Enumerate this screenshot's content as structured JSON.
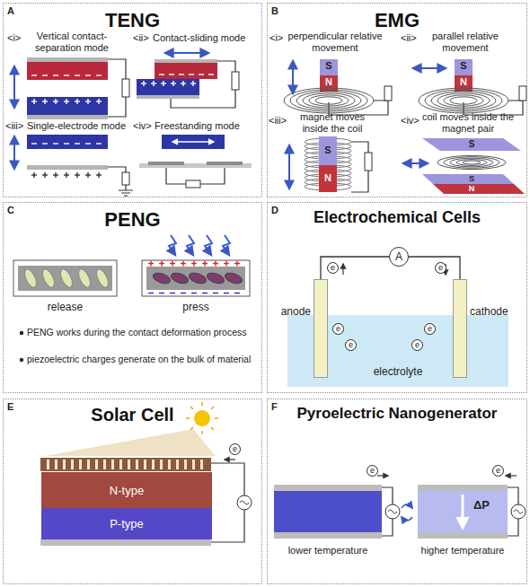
{
  "diagram": {
    "nodes": [
      {
        "text": [
          "A",
          "TENG"
        ]
      },
      {
        "text": [
          "B",
          "EMG"
        ]
      },
      {
        "text": [
          "C",
          "PENG"
        ]
      },
      {
        "text": [
          "D",
          "Electrochemical Cells"
        ]
      },
      {
        "text": [
          "A"
        ],
        "in": 3
      },
      {
        "text": [
          "anode"
        ],
        "in": 3
      },
      {
        "text": [
          "cathode"
        ],
        "in": 3
      },
      {
        "text": [
          "electrolyte"
        ],
        "in": 3
      },
      {
        "text": [
          "E",
          "Solar Cell"
        ]
      },
      {
        "text": [
          "N-type"
        ],
        "in": 8
      },
      {
        "text": [
          "P-type"
        ],
        "in": 8
      },
      {
        "text": [
          "F",
          "Pyroelectric Nanogenerator"
        ]
      }
    ],
    "edges": [
      {
        "from": 5,
        "to": 4,
        "arrow": "none"
      },
      {
        "from": 4,
        "to": 6,
        "arrow": "none"
      }
    ],
    "labels": [
      "<i>",
      "Vertical contact-separation mode",
      "<ii>",
      "Contact-sliding mode",
      "<iii>",
      "Single-electrode mode",
      "<iv>",
      "Freestanding mode",
      "<i>",
      "perpendicular relative movement",
      "<ii>",
      "parallel relative movement",
      "<iii>",
      "magnet moves inside the coil",
      "<iv>",
      "coil moves inside the magnet pair",
      "S",
      "N",
      "S",
      "N",
      "S",
      "N",
      "S",
      "S",
      "N",
      "release",
      "press",
      "PENG works during the contact deformation process",
      "piezoelectric charges generate on the bulk of material",
      "e",
      "e",
      "e",
      "e",
      "e",
      "e",
      "e",
      "e",
      "lower temperature",
      "e",
      "higher temperature",
      "ΔP"
    ]
  }
}
